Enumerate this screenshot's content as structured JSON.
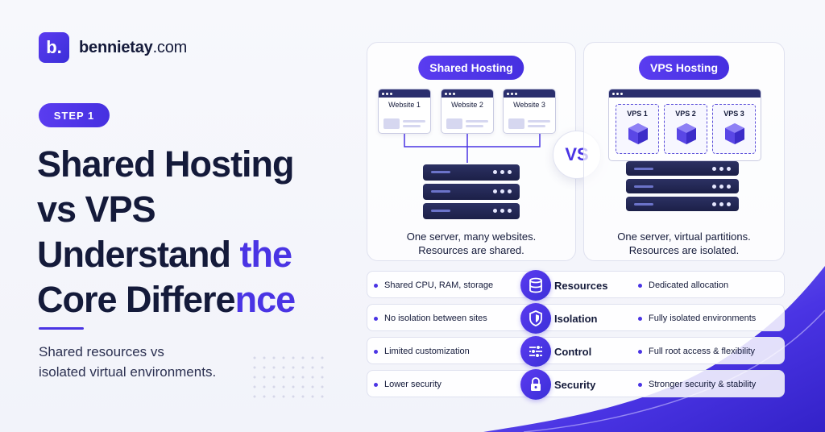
{
  "brand": {
    "logo_letter": "b.",
    "name": "bennietay",
    "tld": ".com"
  },
  "step_label": "STEP 1",
  "headline": {
    "line1": "Shared Hosting",
    "line2_accent": "vs VPS",
    "line3_a": "Understand ",
    "line3_accent": "the",
    "line4_a": "Core Differe",
    "line4_accent": "nce"
  },
  "subtitle": {
    "line1": "Shared resources vs",
    "line2": "isolated virtual environments."
  },
  "shared": {
    "title": "Shared Hosting",
    "sites": [
      "Website 1",
      "Website 2",
      "Website 3"
    ],
    "caption_line1": "One server, many websites.",
    "caption_line2": "Resources are shared."
  },
  "vs_label": "VS",
  "vps": {
    "title": "VPS Hosting",
    "boxes": [
      "VPS 1",
      "VPS 2",
      "VPS 3"
    ],
    "caption_line1": "One server, virtual partitions.",
    "caption_line2": "Resources are isolated."
  },
  "rows": [
    {
      "label": "Resources",
      "icon": "database-icon",
      "shared": "Shared CPU, RAM, storage",
      "vps": "Dedicated allocation"
    },
    {
      "label": "Isolation",
      "icon": "shield-icon",
      "shared": "No isolation between sites",
      "vps": "Fully isolated environments"
    },
    {
      "label": "Control",
      "icon": "sliders-icon",
      "shared": "Limited customization",
      "vps": "Full root access & flexibility"
    },
    {
      "label": "Security",
      "icon": "lock-icon",
      "shared": "Lower security",
      "vps": "Stronger security & stability"
    }
  ],
  "colors": {
    "accent": "#4a34e4",
    "dark": "#141a3a",
    "server": "#1c2048"
  }
}
